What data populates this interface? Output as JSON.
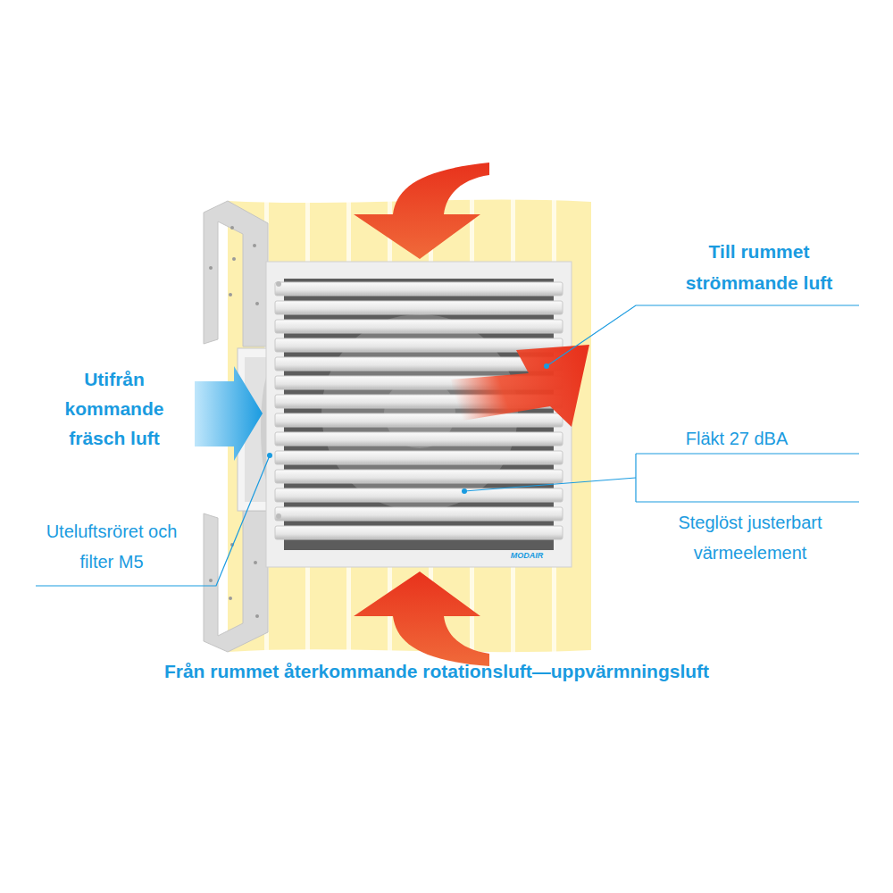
{
  "diagram": {
    "labels": [
      "Till rummet strömmande luft",
      "Utifrån kommande fräsch luft",
      "Fläkt 27 dBA",
      "Uteluftsröret och filter M5",
      "Steglöst justerbart värmeelement",
      "Från rummet återkommande rotationsluft—uppvärmningsluft",
      "MODAIR"
    ]
  }
}
